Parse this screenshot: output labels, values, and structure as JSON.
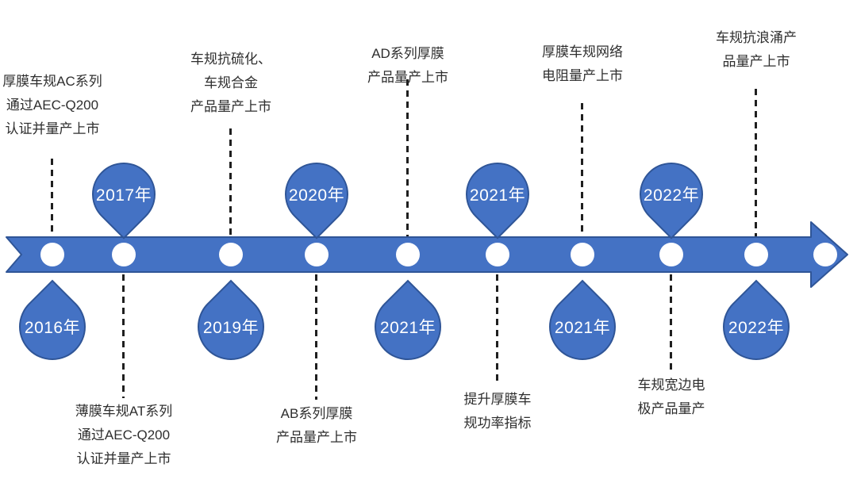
{
  "colors": {
    "accent": "#4472C4",
    "accent_border": "#2F5597",
    "dot": "#FFFFFF",
    "connector": "#1F1F1F",
    "note_text": "#2E2E2E",
    "year_text": "#FFFFFF"
  },
  "milestones": [
    {
      "year": "2016年",
      "marker_side": "below",
      "note_side": "above",
      "note_lines": [
        "厚膜车规AC系列",
        "通过AEC-Q200",
        "认证并量产上市"
      ]
    },
    {
      "year": "2017年",
      "marker_side": "above",
      "note_side": "below",
      "note_lines": [
        "薄膜车规AT系列",
        "通过AEC-Q200",
        "认证并量产上市"
      ]
    },
    {
      "year": "2019年",
      "marker_side": "below",
      "note_side": "above",
      "note_lines": [
        "车规抗硫化、",
        "车规合金",
        "产品量产上市"
      ]
    },
    {
      "year": "2020年",
      "marker_side": "above",
      "note_side": "below",
      "note_lines": [
        "AB系列厚膜",
        "产品量产上市"
      ]
    },
    {
      "year": "2021年",
      "marker_side": "below",
      "note_side": "above",
      "note_lines": [
        "AD系列厚膜",
        "产品量产上市"
      ]
    },
    {
      "year": "2021年",
      "marker_side": "above",
      "note_side": "below",
      "note_lines": [
        "提升厚膜车",
        "规功率指标"
      ]
    },
    {
      "year": "2021年",
      "marker_side": "below",
      "note_side": "above",
      "note_lines": [
        "厚膜车规网络",
        "电阻量产上市"
      ]
    },
    {
      "year": "2022年",
      "marker_side": "above",
      "note_side": "below",
      "note_lines": [
        "车规宽边电",
        "极产品量产"
      ]
    },
    {
      "year": "2022年",
      "marker_side": "below",
      "note_side": "above",
      "note_lines": [
        "车规抗浪涌产",
        "品量产上市"
      ]
    }
  ]
}
